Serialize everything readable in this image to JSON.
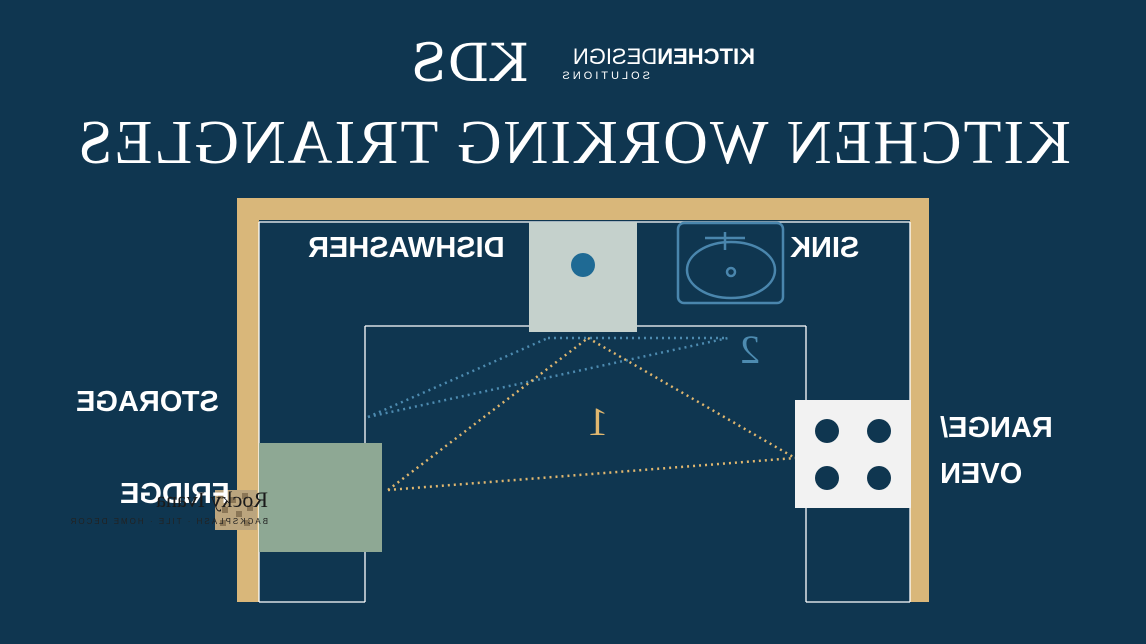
{
  "logo": {
    "mark": "KDS",
    "kitchen": "KITCHEN",
    "design": "DESIGN",
    "solutions": "SOLUTIONS"
  },
  "title": "KITCHEN WORKING TRIANGLES",
  "labels": {
    "dishwasher": "DISHWASHER",
    "sink": "SINK",
    "storage": "STORAGE",
    "fridge": "FRIDGE",
    "range": "RANGE/",
    "oven": "OVEN",
    "triangle_1": "1",
    "triangle_2": "2"
  },
  "watermark": {
    "name": "Rocky Ivana",
    "sub": "BACKSPLASH · TILE · HOME DECOR"
  },
  "colors": {
    "background": "#0f3650",
    "counter_border": "#d9b77a",
    "triangle_1": "#e0b76f",
    "triangle_2": "#4d8bb0",
    "fridge": "#8ea894",
    "dishwasher": "#c5d1cc",
    "range": "#f2f2f2",
    "sink_icon": "#4a86ad"
  },
  "icons": [
    "sink-icon",
    "dishwasher-icon",
    "range-icon",
    "fridge-icon"
  ]
}
